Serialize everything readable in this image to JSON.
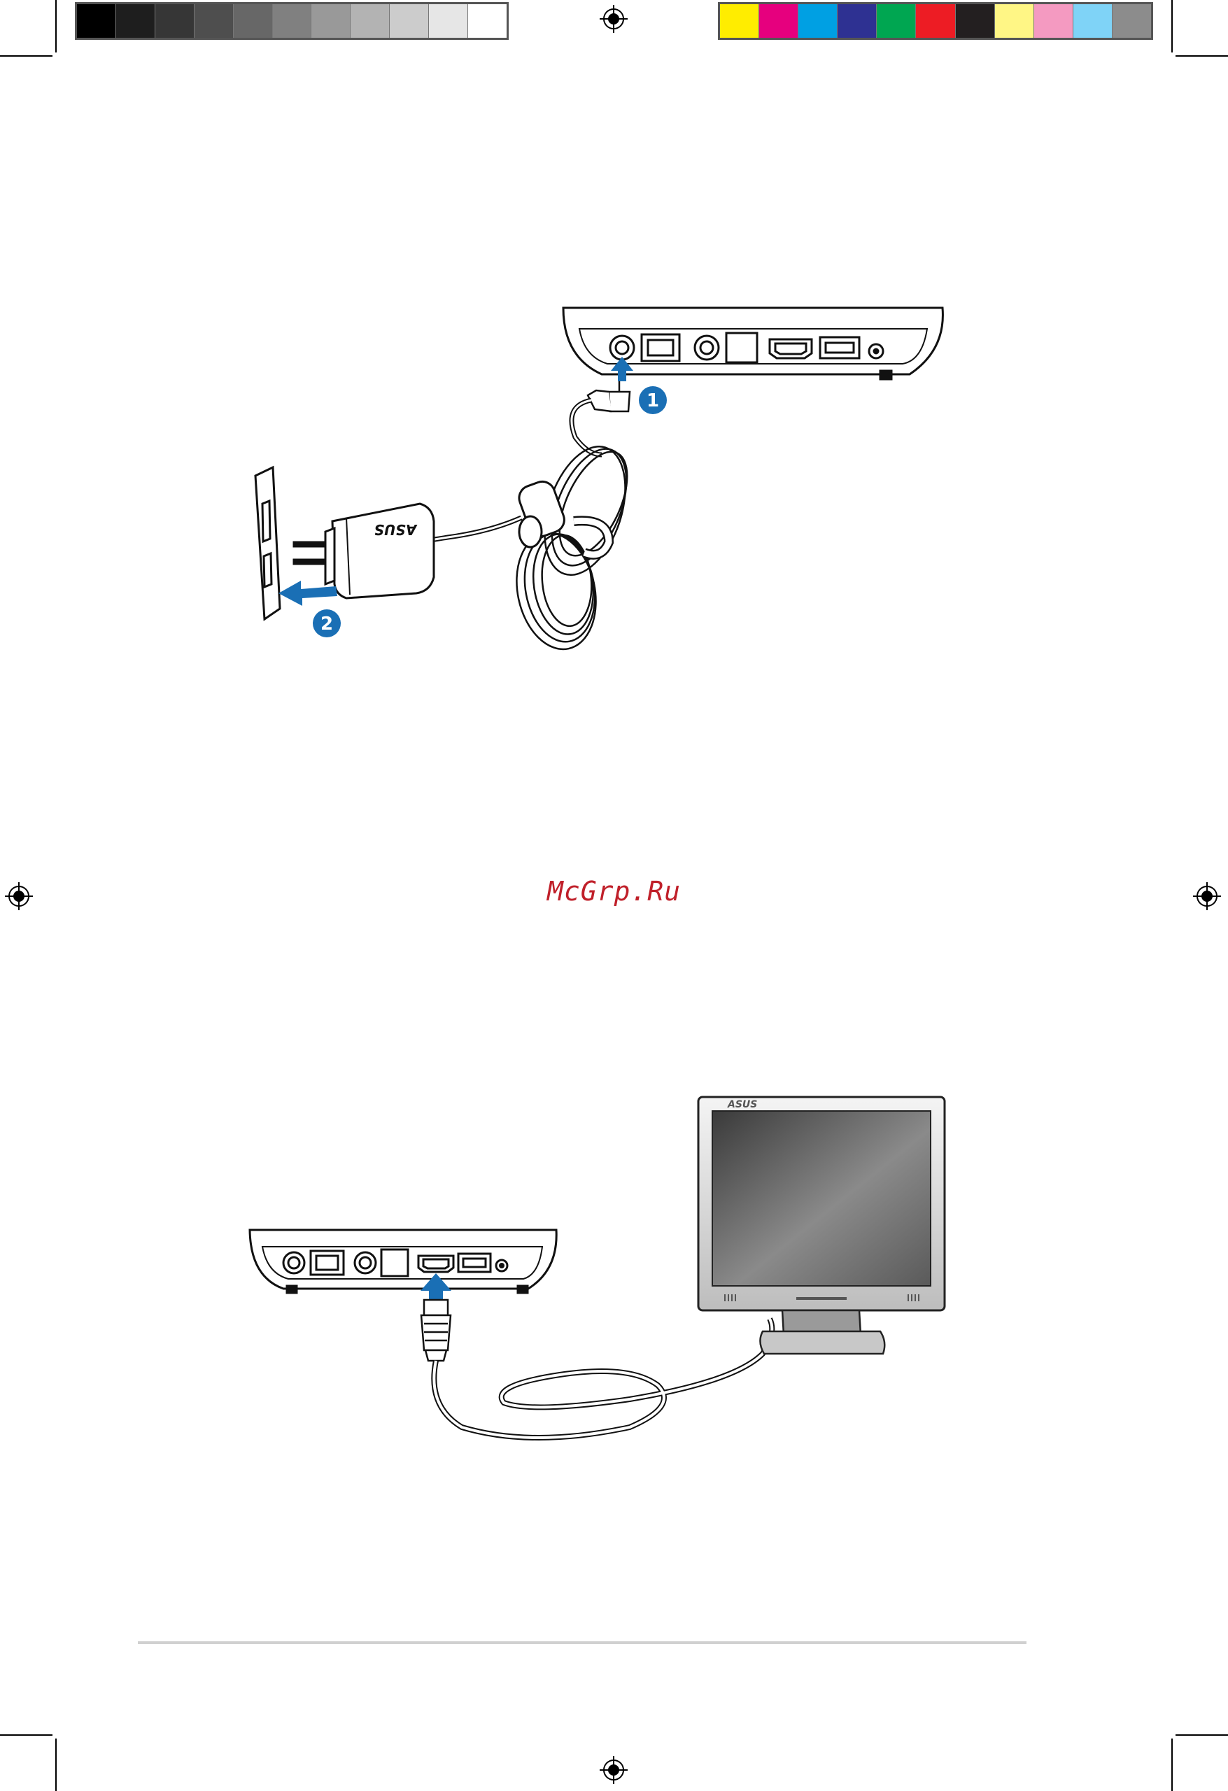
{
  "print_marks": {
    "gray_swatches": [
      "#000000",
      "#1e1e1e",
      "#363636",
      "#4e4e4e",
      "#676767",
      "#808080",
      "#999999",
      "#b3b3b3",
      "#cccccc",
      "#e6e6e6",
      "#ffffff"
    ],
    "color_swatches": [
      "#ffed00",
      "#e6007e",
      "#00a0e3",
      "#2e3192",
      "#00a651",
      "#ed1c24",
      "#231f20",
      "#fff685",
      "#f49ac1",
      "#7fd3f7",
      "#8c8c8c"
    ]
  },
  "figure_power": {
    "step1_label": "1",
    "step2_label": "2",
    "adapter_logo": "ASUS",
    "arrow_color": "#1a6fb5"
  },
  "figure_display": {
    "monitor_logo": "ASUS",
    "arrow_color": "#1a6fb5"
  },
  "watermark": "McGrp.Ru"
}
